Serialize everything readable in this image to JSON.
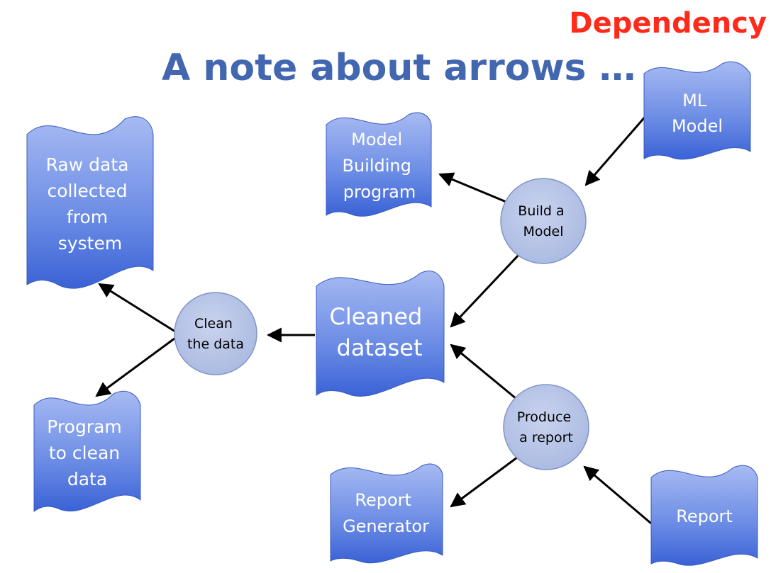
{
  "title": "A note about arrows …",
  "tag": "Dependency",
  "colors": {
    "title": "#4366b0",
    "tag": "#ff2a1a",
    "document_fill_top": "#9cb2f0",
    "document_fill_bottom": "#3b63d8",
    "process_fill": "#b6c3e4",
    "arrow": "#000000"
  },
  "documents": {
    "raw_data": [
      "Raw data",
      "collected",
      "from",
      "system"
    ],
    "program_clean": [
      "Program",
      "to clean",
      "data"
    ],
    "cleaned_dataset": [
      "Cleaned",
      "dataset"
    ],
    "model_building": [
      "Model",
      "Building",
      "program"
    ],
    "ml_model": [
      "ML",
      "Model"
    ],
    "report_generator": [
      "Report",
      "Generator"
    ],
    "report": [
      "Report"
    ]
  },
  "processes": {
    "clean": [
      "Clean",
      "the data"
    ],
    "build": [
      "Build a",
      "Model"
    ],
    "produce": [
      "Produce",
      "a report"
    ]
  }
}
